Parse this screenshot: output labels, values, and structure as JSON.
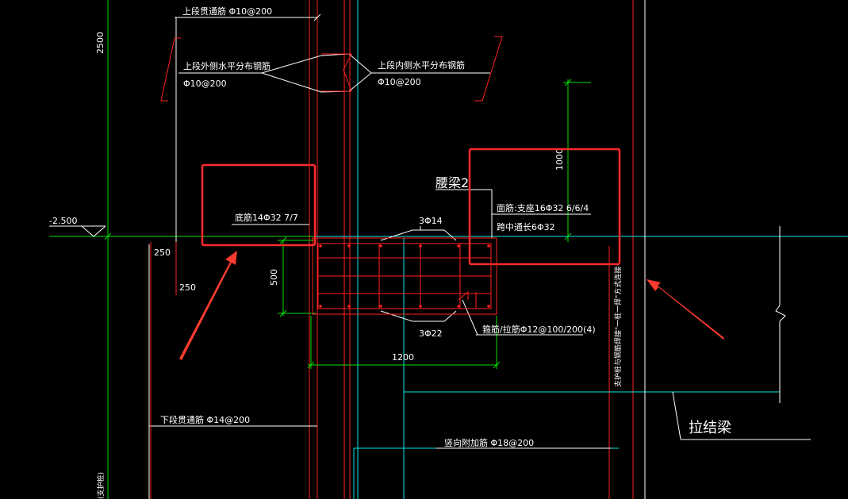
{
  "colors": {
    "background": "#000000",
    "red_line": "#ff2020",
    "green_dim": "#00e000",
    "cyan_line": "#00e6e6",
    "white_text": "#ffffff",
    "highlight_box": "#ff2a2a",
    "arrow": "#ff3b30"
  },
  "labels": {
    "upper_through_bar": "上段贯通筋 Φ10@200",
    "upper_outer_horizontal": "上段外侧水平分布钢筋",
    "upper_outer_horizontal_spec": "Φ10@200",
    "upper_inner_horizontal": "上段内侧水平分布钢筋",
    "upper_inner_horizontal_spec": "Φ10@200",
    "waist_beam": "腰梁2",
    "top_bars_3": "3Φ14",
    "bottom_bars_3": "3Φ22",
    "bottom_bar": "底筋14Φ32 7/7",
    "face_bar_support": "面筋:支座16Φ32 6/6/4",
    "face_bar_midspan": "跨中通长6Φ32",
    "stirrup": "箍筋/拉筋Φ12@100/200(4)",
    "lower_through_bar": "下段贯通筋 Φ14@200",
    "vertical_added_bar": "竖向附加筋 Φ18@200",
    "tie_beam": "拉结梁",
    "elevation": "-2.500",
    "vertical_note": "支护桩与钢筋焊接\"一桩一焊\"方式连接",
    "left_vertical_note": "(支护桩)"
  },
  "dimensions": {
    "d2500": "2500",
    "d250a": "250",
    "d250b": "250",
    "d500": "500",
    "d1200": "1200",
    "d1000": "1000"
  }
}
